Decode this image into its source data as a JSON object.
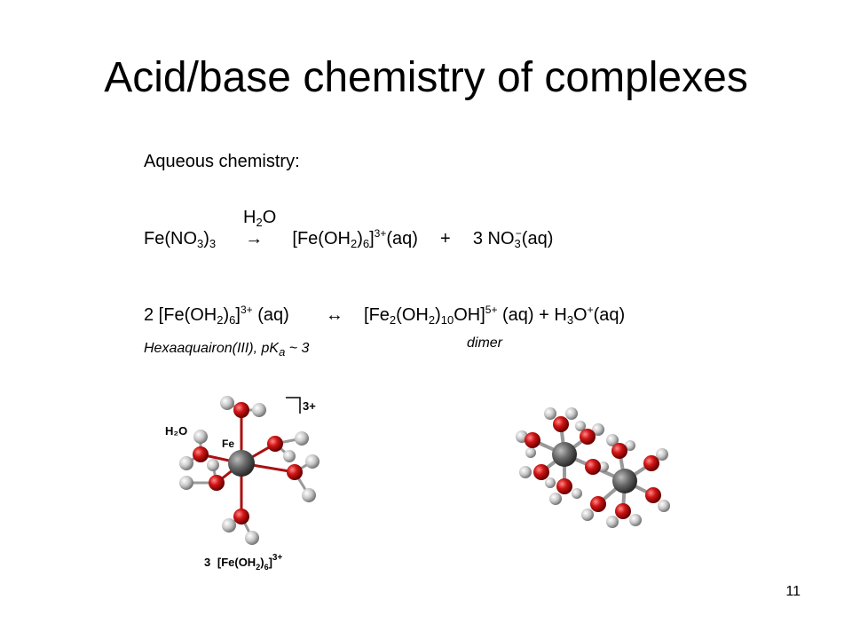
{
  "slide": {
    "title": "Acid/base chemistry of complexes",
    "page_number": "11"
  },
  "content": {
    "heading": "Aqueous chemistry:",
    "eq1": {
      "over_arrow_main": "H",
      "over_arrow_sub": "2",
      "over_arrow_tail": "O",
      "reactant_main": "Fe(NO",
      "reactant_sub": "3",
      "reactant_close": ")",
      "reactant_sub2": "3",
      "arrow": "→",
      "prod1_a": "[Fe(OH",
      "prod1_sub1": "2",
      "prod1_b": ")",
      "prod1_sub2": "6",
      "prod1_c": "]",
      "prod1_sup": "3+",
      "prod1_d": "(aq)",
      "plus": "+",
      "prod2_a": "3 NO",
      "prod2_sub": "3",
      "prod2_sup": "−",
      "prod2_b": "(aq)"
    },
    "eq2": {
      "r_a": "2 [Fe(OH",
      "r_sub1": "2",
      "r_b": ")",
      "r_sub2": "6",
      "r_c": "]",
      "r_sup": "3+",
      "r_d": " (aq)",
      "arrow": "↔",
      "p_a": "[Fe",
      "p_sub1": "2",
      "p_b": "(OH",
      "p_sub2": "2",
      "p_c": ")",
      "p_sub3": "10",
      "p_d": "OH]",
      "p_sup": "5+",
      "p_e": " (aq) +  H",
      "p_sub4": "3",
      "p_f": "O",
      "p_sup2": "+",
      "p_g": "(aq)"
    },
    "note_left_a": "Hexaaquairon(III), pK",
    "note_left_sub": "a",
    "note_left_b": " ~ 3",
    "note_right": "dimer"
  },
  "figure_left": {
    "label_h2o": "H₂O",
    "label_fe": "Fe",
    "charge": "3+",
    "caption_num": "3",
    "caption_a": "[Fe(OH",
    "caption_sub1": "2",
    "caption_b": ")",
    "caption_sub2": "6",
    "caption_c": "]",
    "caption_sup": "3+"
  },
  "colors": {
    "oxygen": "#cc1111",
    "hydrogen": "#c8c8c8",
    "iron": "#6a6a6a",
    "bond": "#aa1111"
  }
}
